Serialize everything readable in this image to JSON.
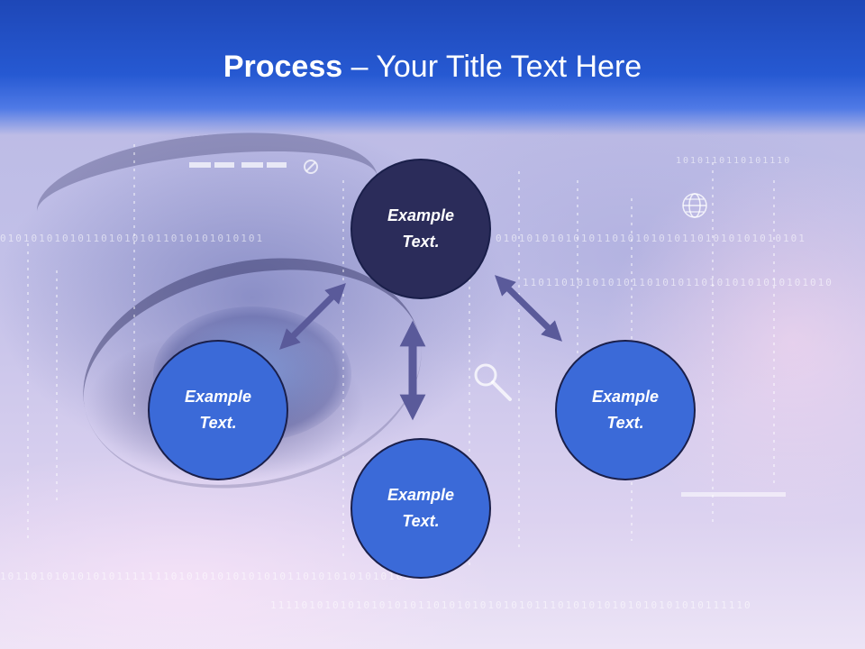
{
  "title": {
    "bold": "Process",
    "rest": " – Your Title Text Here"
  },
  "nodes": {
    "top": {
      "line1": "Example",
      "line2": "Text."
    },
    "left": {
      "line1": "Example",
      "line2": "Text."
    },
    "bottom": {
      "line1": "Example",
      "line2": "Text."
    },
    "right": {
      "line1": "Example",
      "line2": "Text."
    }
  },
  "background": {
    "binary_rows": [
      "0101010101011010101011010101010101",
      "0101010101010110101010101101010101010101",
      "1101101010101011010101101010101010101010",
      "10110101010101011111110101010101010101101010101010101",
      "11110101010101010101101010101010101110101010101010101010111110"
    ],
    "top_right_digits": "1010110110101110"
  },
  "colors": {
    "title_band": "#2659d2",
    "center_node": "#2b2c5a",
    "outer_node": "#3b6ad8",
    "arrow": "#5a5a9a"
  },
  "icons": [
    "globe-icon",
    "magnifier-icon",
    "no-symbol-icon"
  ]
}
